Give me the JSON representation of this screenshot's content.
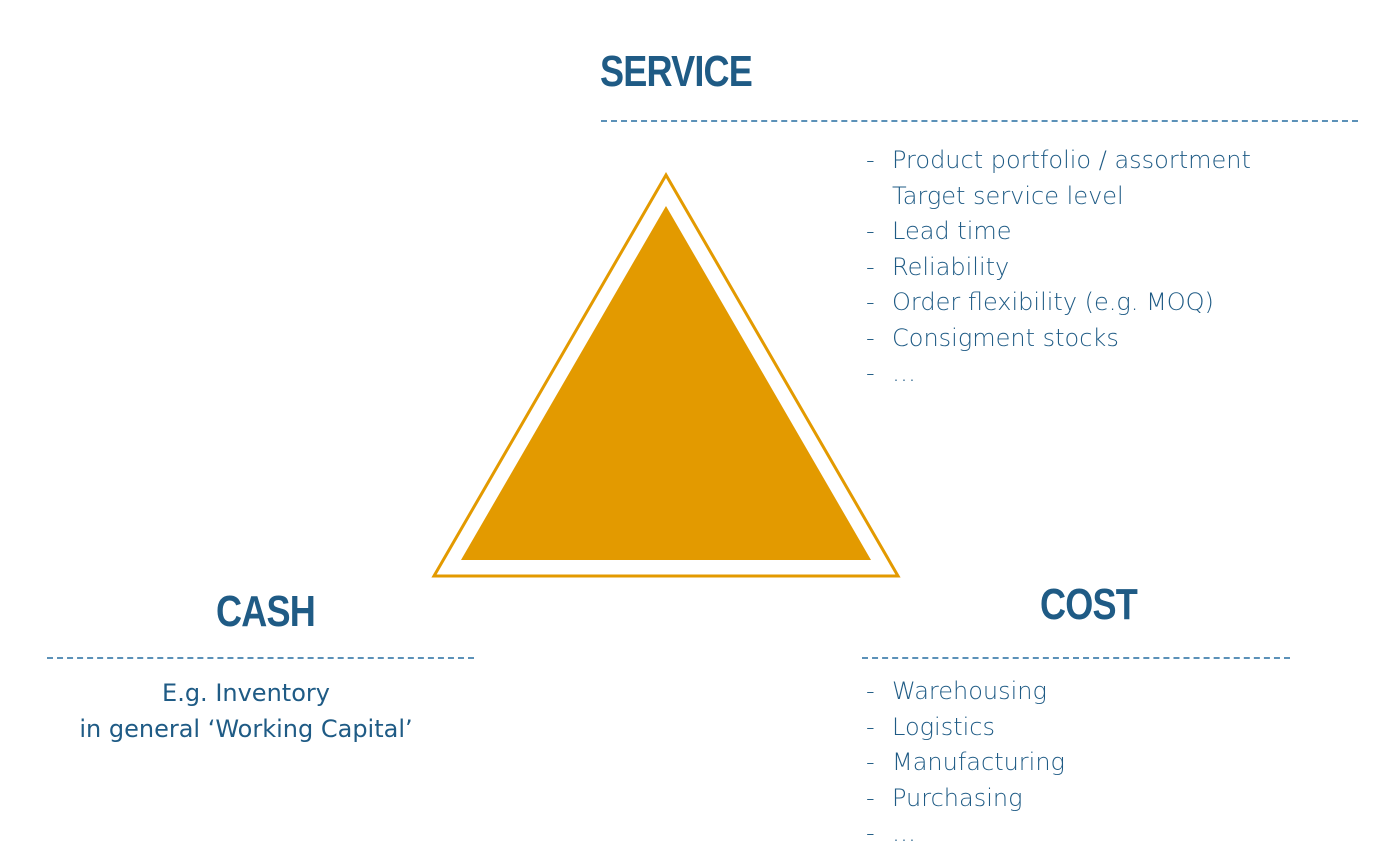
{
  "service": {
    "title": "SERVICE",
    "items": [
      {
        "text": "Product portfolio / assortment",
        "bullet": true
      },
      {
        "text": "Target service level",
        "bullet": false
      },
      {
        "text": "Lead time",
        "bullet": true
      },
      {
        "text": "Reliability",
        "bullet": true
      },
      {
        "text": "Order flexibility (e.g. MOQ)",
        "bullet": true
      },
      {
        "text": "Consigment stocks",
        "bullet": true
      },
      {
        "text": "…",
        "bullet": true
      }
    ]
  },
  "cash": {
    "title": "CASH",
    "line1": "E.g. Inventory",
    "line2": "in general ‘Working Capital’"
  },
  "cost": {
    "title": "COST",
    "items": [
      {
        "text": "Warehousing",
        "bullet": true
      },
      {
        "text": "Logistics",
        "bullet": true
      },
      {
        "text": "Manufacturing",
        "bullet": true
      },
      {
        "text": "Purchasing",
        "bullet": true
      },
      {
        "text": "…",
        "bullet": true
      }
    ]
  },
  "bullet_char": "-",
  "colors": {
    "heading": "#1f5b85",
    "text": "#1f5b85",
    "dash": "#5b91b8",
    "triangle": "#e39a00"
  }
}
